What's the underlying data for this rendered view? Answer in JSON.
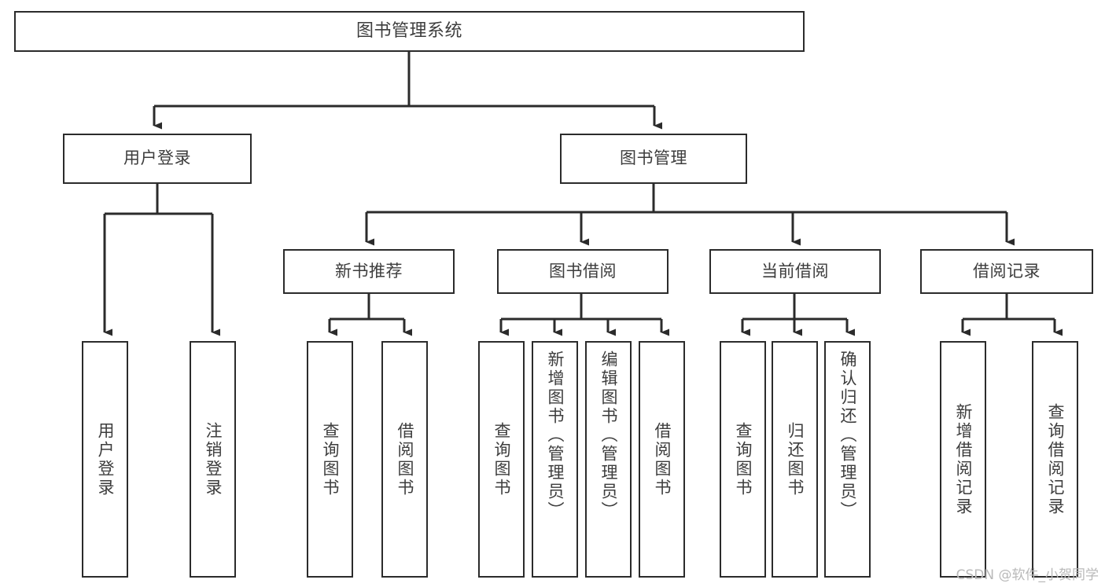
{
  "diagram": {
    "title": "图书管理系统",
    "type": "tree",
    "watermark": "CSDN @软件_小贺同学",
    "colors": {
      "box_border": "#2b2b2b",
      "box_fill": "#ffffff",
      "connector": "#2b2b2b",
      "text": "#3d3d3d",
      "watermark": "#b9b9b9",
      "background": "#ffffff"
    },
    "nodes": {
      "root": {
        "label": "图书管理系统",
        "level": 0
      },
      "level1": [
        {
          "id": "user-login",
          "label": "用户登录"
        },
        {
          "id": "book-manage",
          "label": "图书管理"
        }
      ],
      "level2": [
        {
          "id": "new-book-recommend",
          "label": "新书推荐",
          "parent": "book-manage"
        },
        {
          "id": "book-borrow",
          "label": "图书借阅",
          "parent": "book-manage"
        },
        {
          "id": "current-borrow",
          "label": "当前借阅",
          "parent": "book-manage"
        },
        {
          "id": "borrow-record",
          "label": "借阅记录",
          "parent": "book-manage"
        }
      ],
      "leaves": [
        {
          "id": "leaf-user-login",
          "label": "用户登录",
          "parent": "user-login"
        },
        {
          "id": "leaf-logout-login",
          "label": "注销登录",
          "parent": "user-login"
        },
        {
          "id": "leaf-query-book-1",
          "label": "查询图书",
          "parent": "new-book-recommend"
        },
        {
          "id": "leaf-borrow-book-1",
          "label": "借阅图书",
          "parent": "new-book-recommend"
        },
        {
          "id": "leaf-query-book-2",
          "label": "查询图书",
          "parent": "book-borrow"
        },
        {
          "id": "leaf-add-book",
          "label": "新增图书（管理员）",
          "parent": "book-borrow"
        },
        {
          "id": "leaf-edit-book",
          "label": "编辑图书（管理员）",
          "parent": "book-borrow"
        },
        {
          "id": "leaf-borrow-book-2",
          "label": "借阅图书",
          "parent": "book-borrow"
        },
        {
          "id": "leaf-query-book-3",
          "label": "查询图书",
          "parent": "current-borrow"
        },
        {
          "id": "leaf-return-book",
          "label": "归还图书",
          "parent": "current-borrow"
        },
        {
          "id": "leaf-confirm-return",
          "label": "确认归还（管理员）",
          "parent": "current-borrow"
        },
        {
          "id": "leaf-add-borrow-record",
          "label": "新增借阅记录",
          "parent": "borrow-record"
        },
        {
          "id": "leaf-query-borrow-record",
          "label": "查询借阅记录",
          "parent": "borrow-record"
        }
      ]
    }
  }
}
